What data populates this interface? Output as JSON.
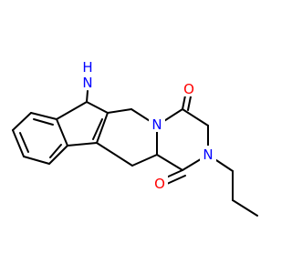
{
  "molecule": {
    "bond_color": "#000000",
    "atoms": {
      "nh": {
        "element": "N",
        "hydrogen": "H",
        "color": "#0000ff"
      },
      "n_amide_ring": {
        "element": "N",
        "color": "#0000ff"
      },
      "n_propyl": {
        "element": "N",
        "color": "#0000ff"
      },
      "o_top": {
        "element": "O",
        "color": "#ff0000"
      },
      "o_bottom": {
        "element": "O",
        "color": "#ff0000"
      }
    }
  }
}
